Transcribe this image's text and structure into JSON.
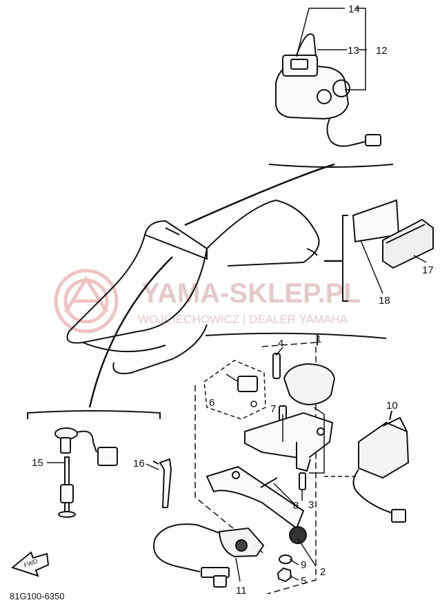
{
  "watermark": {
    "brand": "YAMA-SKLEP.PL",
    "dealer": "WOJCIECHOWICZ | DEALER YAMAHA",
    "color": "#e8b7b7"
  },
  "callouts": [
    "1",
    "2",
    "3",
    "4",
    "5",
    "6",
    "7",
    "8",
    "9",
    "10",
    "11",
    "12",
    "13",
    "14",
    "15",
    "16",
    "17",
    "18"
  ],
  "direction_label": "FWD",
  "diagram_code": "81G100-6350"
}
